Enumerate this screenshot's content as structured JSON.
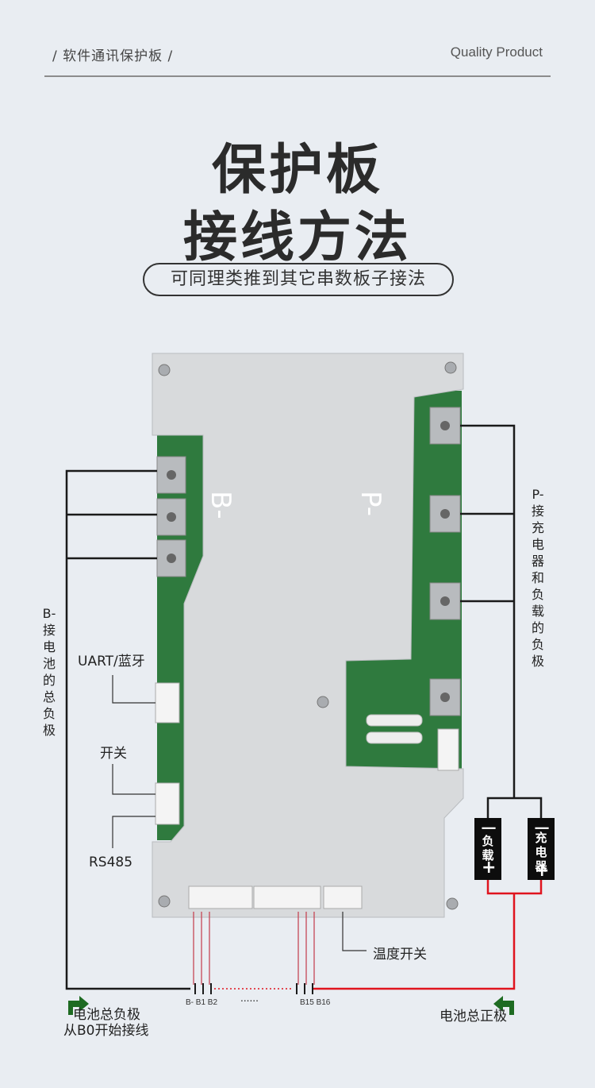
{
  "header": {
    "left": "/  软件通讯保护板  /",
    "right": "Quality Product"
  },
  "title": {
    "line1": "保护板",
    "line2": "接线方法",
    "subtitle": "可同理类推到其它串数板子接法"
  },
  "board": {
    "left_mark": "B-",
    "right_mark": "P-"
  },
  "labels": {
    "uart": "UART/蓝牙",
    "switch": "开关",
    "rs485": "RS485",
    "temp_switch": "温度开关",
    "b_minus_vertical": "B-接电池的总负极",
    "p_minus_vertical": "P-接充电器和负载的负极",
    "load_box": "负载",
    "charger_box": "充电器",
    "neg_start_line1": "电池总负极",
    "neg_start_line2": "从B0开始接线",
    "pos_total": "电池总正极",
    "dots": "......",
    "cell_labels_left": "B- B1 B2",
    "cell_labels_right": "B15 B16",
    "minus_sign": "一",
    "plus_sign": "+"
  },
  "colors": {
    "background": "#e9edf2",
    "board_metal": "#d9dbdc",
    "pcb_green": "#2f7a3e",
    "negative_wire": "#1a1a1a",
    "positive_wire": "#e0141e",
    "arrow_green": "#1e6b22",
    "box_black": "#0d0d0d"
  }
}
